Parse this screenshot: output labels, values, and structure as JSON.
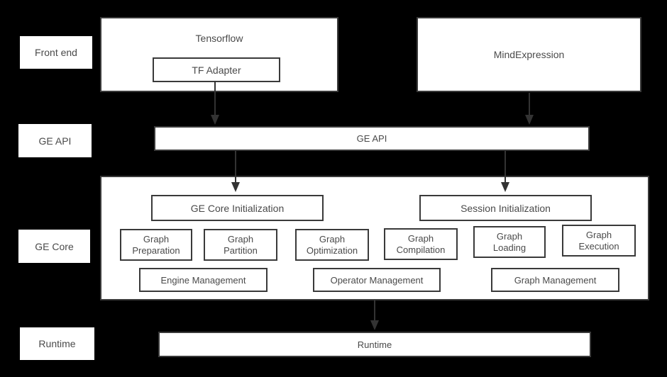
{
  "colors": {
    "background": "#000000",
    "box_fill": "#ffffff",
    "box_border": "#3a3a3a",
    "text": "#4a4a4a",
    "arrow": "#333333"
  },
  "row_labels": {
    "front_end": "Front end",
    "ge_api": "GE API",
    "ge_core": "GE Core",
    "runtime": "Runtime"
  },
  "frontend": {
    "tensorflow_title": "Tensorflow",
    "tf_adapter": "TF Adapter",
    "mind_expression": "MindExpression"
  },
  "ge_api_bar": {
    "label": "GE API"
  },
  "ge_core": {
    "initialization": "GE Core Initialization",
    "session_initialization": "Session Initialization",
    "modules": [
      {
        "label": "Graph\nPreparation"
      },
      {
        "label": "Graph\nPartition"
      },
      {
        "label": "Graph\nOptimization"
      },
      {
        "label": "Graph\nCompilation"
      },
      {
        "label": "Graph\nLoading"
      },
      {
        "label": "Graph\nExecution"
      }
    ],
    "managers": [
      {
        "label": "Engine Management"
      },
      {
        "label": "Operator Management"
      },
      {
        "label": "Graph Management"
      }
    ]
  },
  "runtime_bar": {
    "label": "Runtime"
  }
}
